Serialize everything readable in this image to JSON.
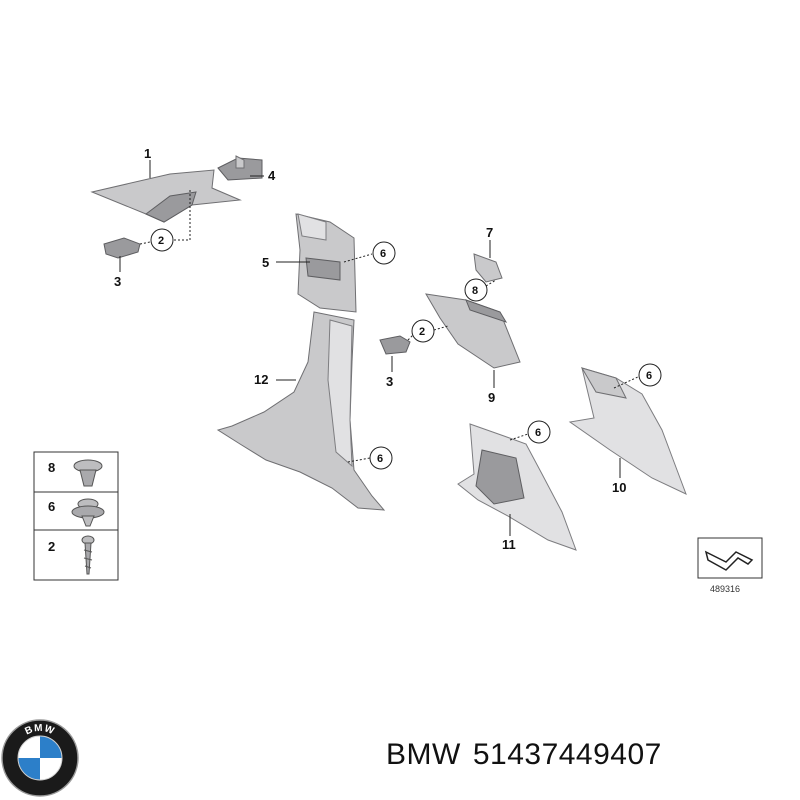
{
  "diagram": {
    "reference_number": "489316",
    "callouts": [
      {
        "id": "c1",
        "text": "1"
      },
      {
        "id": "c4",
        "text": "4"
      },
      {
        "id": "c2a",
        "text": "2"
      },
      {
        "id": "c3a",
        "text": "3"
      },
      {
        "id": "c5",
        "text": "5"
      },
      {
        "id": "c6a",
        "text": "6"
      },
      {
        "id": "c7",
        "text": "7"
      },
      {
        "id": "c8",
        "text": "8"
      },
      {
        "id": "c2b",
        "text": "2"
      },
      {
        "id": "c3b",
        "text": "3"
      },
      {
        "id": "c9",
        "text": "9"
      },
      {
        "id": "c12",
        "text": "12"
      },
      {
        "id": "c6b",
        "text": "6"
      },
      {
        "id": "c6c",
        "text": "6"
      },
      {
        "id": "c10",
        "text": "10"
      },
      {
        "id": "c6d",
        "text": "6"
      },
      {
        "id": "c11",
        "text": "11"
      }
    ],
    "fastener_legend": [
      "8",
      "6",
      "2"
    ]
  },
  "footer": {
    "brand": "BMW",
    "part_number": "51437449407"
  },
  "logo": {
    "text": "BMW",
    "colors": {
      "ring": "#1a1a1a",
      "blue": "#2c7fc9",
      "white": "#ffffff"
    }
  }
}
